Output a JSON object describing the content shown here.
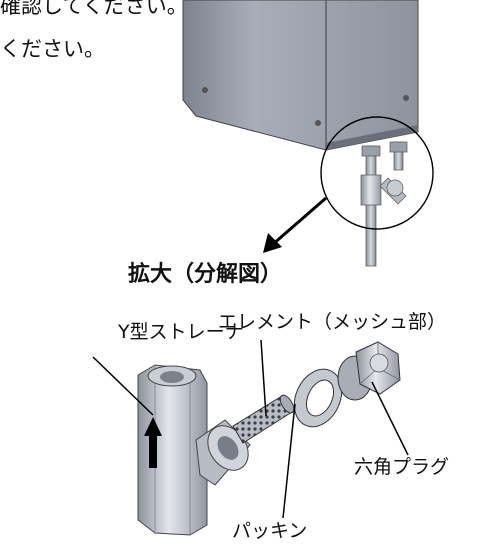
{
  "text": {
    "intro_line1": "確認してください。",
    "intro_line2": "ください。",
    "heading": "拡大（分解図）"
  },
  "labels": {
    "strainer": "Y型ストレーナ",
    "element": "エレメント（メッシュ部）",
    "plug": "六角プラグ",
    "packing": "パッキン"
  },
  "colors": {
    "metal_light": "#c8ccd4",
    "metal_mid": "#9aa0ab",
    "metal_dark": "#6b717c",
    "line": "#000000"
  }
}
